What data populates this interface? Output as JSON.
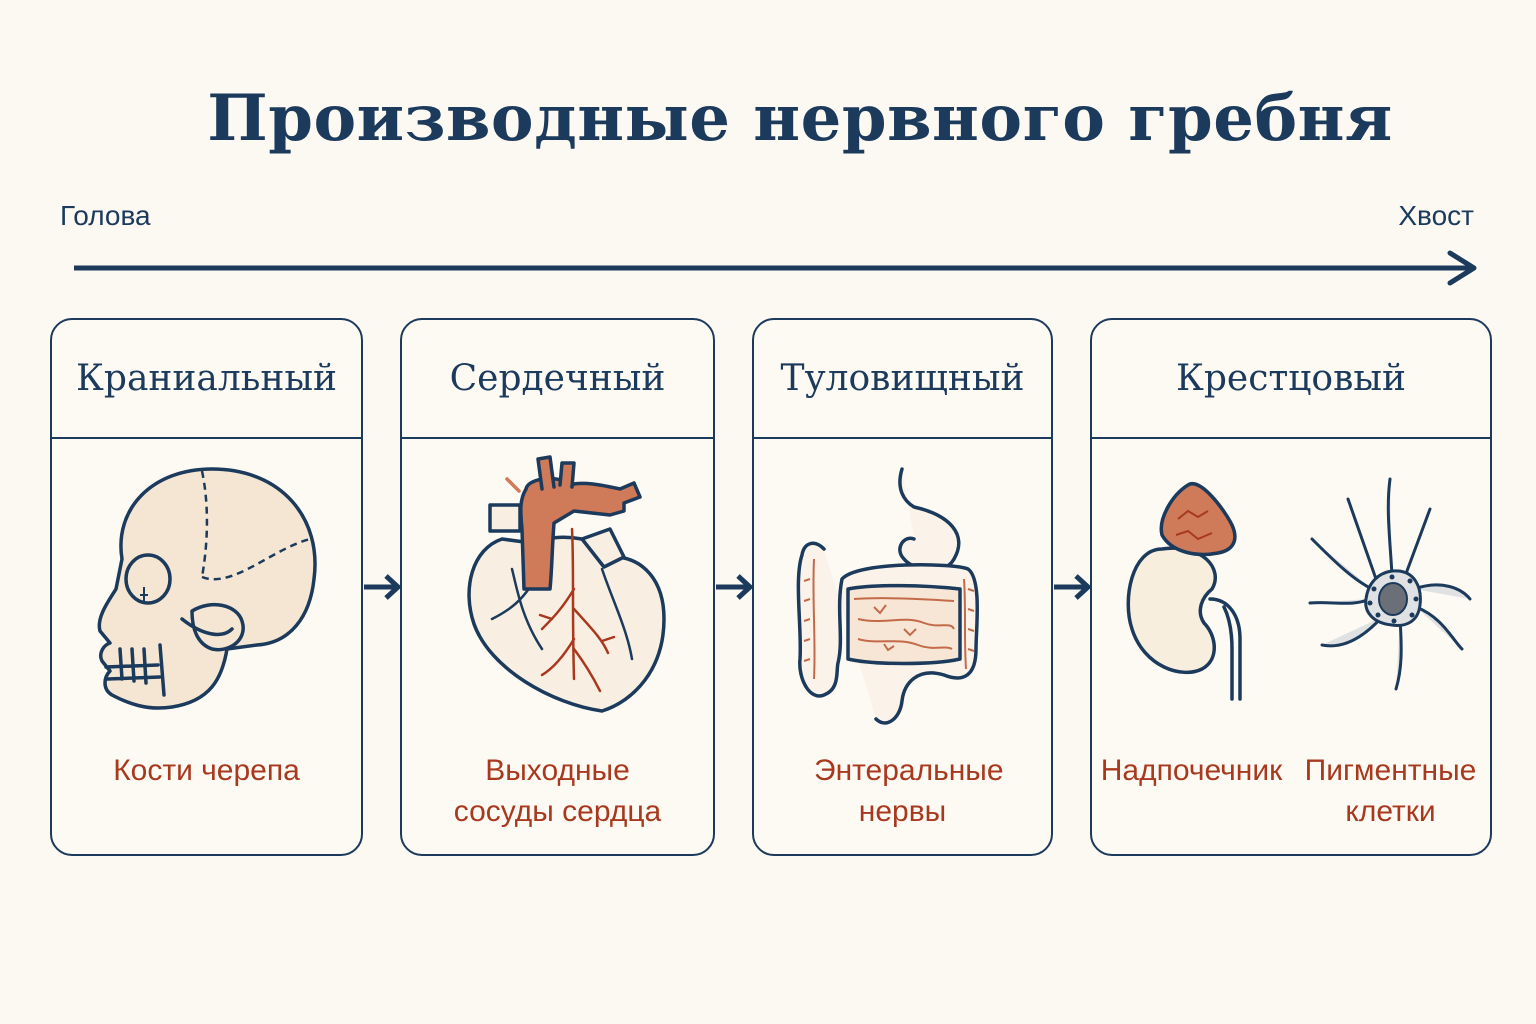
{
  "title": "Производные нервного гребня",
  "axis": {
    "start": "Голова",
    "end": "Хвост"
  },
  "colors": {
    "navy": "#1b3a5c",
    "accent": "#a8391e",
    "fill": "#f4e6d2",
    "organ": "#cf7a58"
  },
  "panels": [
    {
      "name": "Краниальный",
      "icon": "skull-icon",
      "captions": [
        "Кости черепа"
      ]
    },
    {
      "name": "Сердечный",
      "icon": "heart-icon",
      "captions": [
        "Выходные сосуды сердца"
      ]
    },
    {
      "name": "Туловищный",
      "icon": "intestine-icon",
      "captions": [
        "Энтеральные нервы"
      ]
    },
    {
      "name": "Крестцовый",
      "icon": "adrenal-icon",
      "captions": [
        "Надпочечник",
        "Пигментные клетки"
      ]
    }
  ]
}
